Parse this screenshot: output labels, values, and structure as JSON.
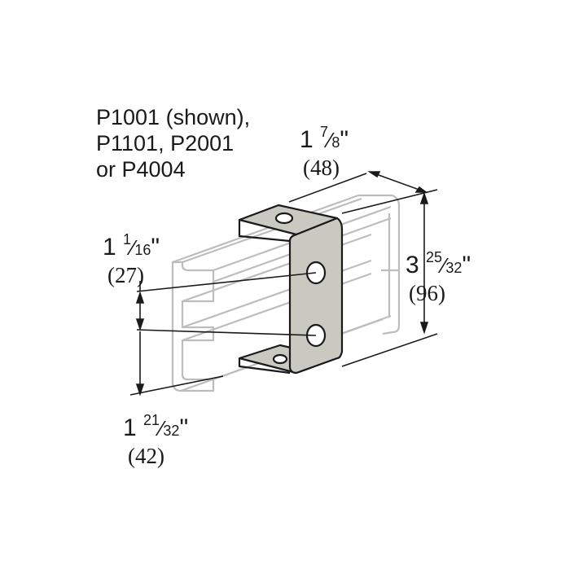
{
  "diagram": {
    "part_numbers": [
      "P1001 (shown),",
      "P1101, P2001",
      "or P4004"
    ],
    "dimensions": {
      "width": {
        "whole": "1",
        "num": "7",
        "den": "8",
        "unit": "\"",
        "metric": "(48)"
      },
      "height": {
        "whole": "3",
        "num": "25",
        "den": "32",
        "unit": "\"",
        "metric": "(96)"
      },
      "channel_gap": {
        "whole": "1",
        "num": "1",
        "den": "16",
        "unit": "\"",
        "metric": "(27)"
      },
      "channel_height": {
        "whole": "1",
        "num": "21",
        "den": "32",
        "unit": "\"",
        "metric": "(42)"
      }
    },
    "colors": {
      "bracket": "#c9c9c1",
      "channel_line": "#bdbdbd",
      "line": "#1a1a1a"
    }
  }
}
